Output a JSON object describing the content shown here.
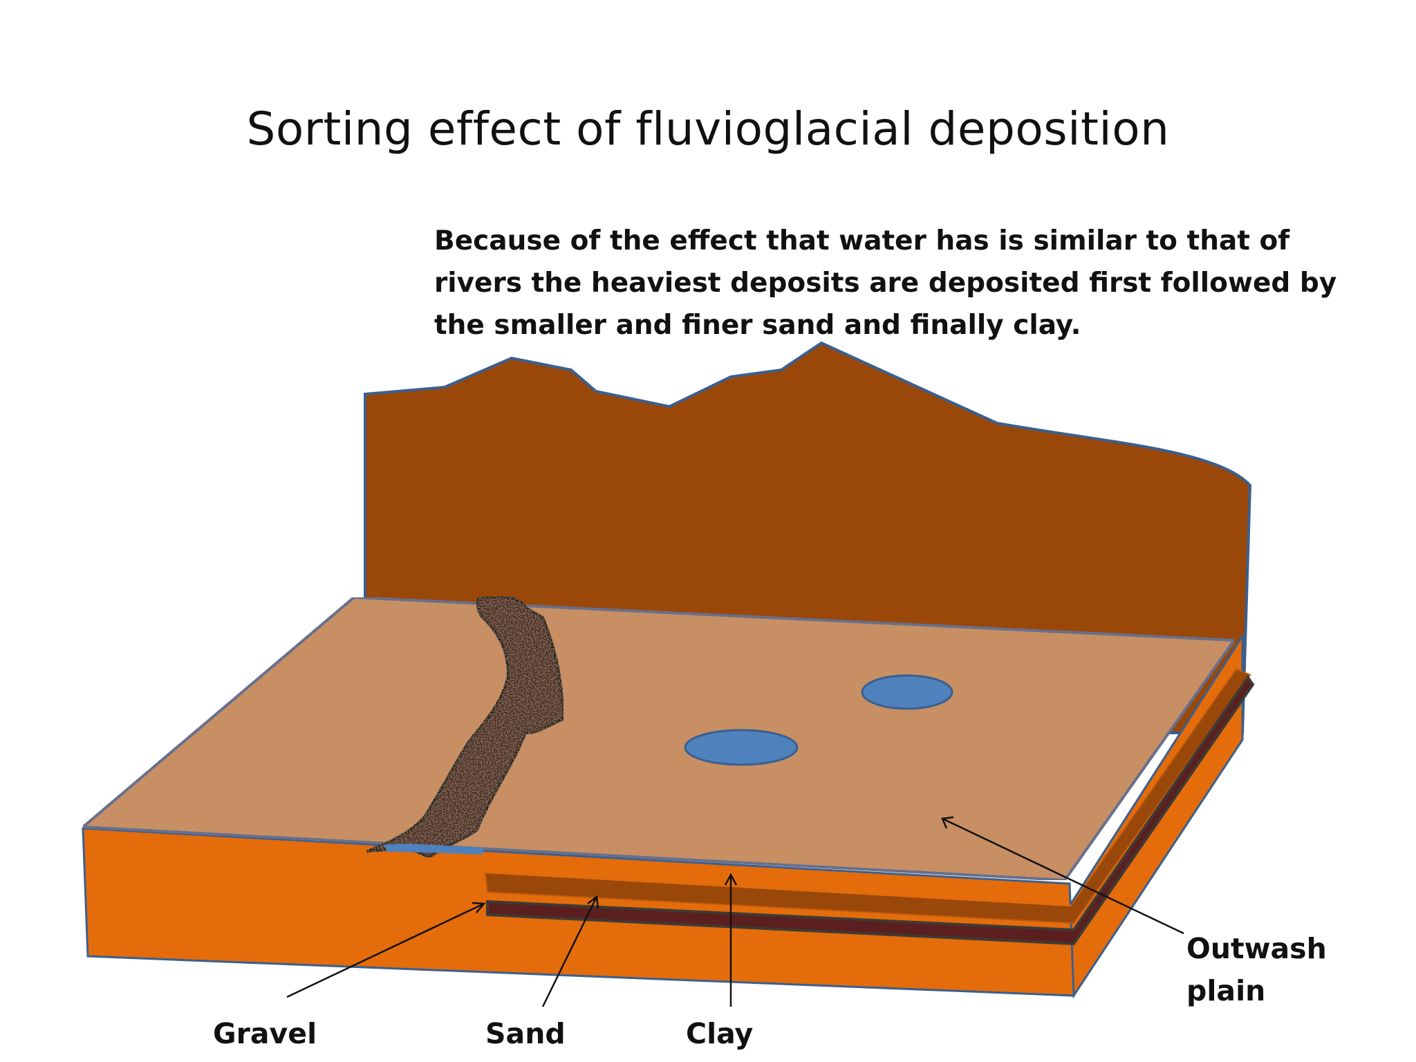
{
  "title": "Sorting effect of fluvioglacial deposition",
  "description": "Because of the effect that water has is similar to that of rivers the heaviest deposits are deposited first followed by the smaller and finer sand and finally clay.",
  "labels": {
    "gravel": "Gravel",
    "sand": "Sand",
    "clay": "Clay",
    "outwash_plain": "Outwash plain"
  },
  "colors": {
    "mountain": "#9a470a",
    "block_orange": "#e46c0b",
    "outwash_surface": "#c98a5c",
    "water": "#4f81bd",
    "outline": "#3a5f8f",
    "stream": "#4a2c1c",
    "gravel_layer": "#5b1f1f",
    "sand_layer": "#9a470a"
  }
}
